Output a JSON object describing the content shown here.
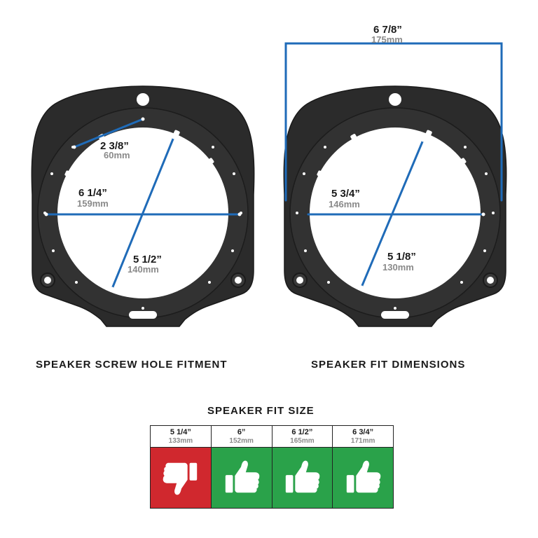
{
  "colors": {
    "bracket": "#2b2b2b",
    "measure_line": "#1f6bb8",
    "fit_no": "#d0282e",
    "fit_yes": "#2aa24a",
    "muted_text": "#8a8a8a"
  },
  "left_panel": {
    "title": "SPEAKER SCREW HOLE FITMENT",
    "dims": [
      {
        "inch": "2 3/8”",
        "mm": "60mm"
      },
      {
        "inch": "6 1/4”",
        "mm": "159mm"
      },
      {
        "inch": "5 1/2”",
        "mm": "140mm"
      }
    ]
  },
  "right_panel": {
    "title": "SPEAKER FIT DIMENSIONS",
    "dims": [
      {
        "inch": "6 7/8”",
        "mm": "175mm"
      },
      {
        "inch": "5 3/4”",
        "mm": "146mm"
      },
      {
        "inch": "5 1/8”",
        "mm": "130mm"
      }
    ]
  },
  "fit_size": {
    "title": "SPEAKER FIT SIZE",
    "columns": [
      {
        "inch": "5 1/4”",
        "mm": "133mm",
        "fits": false,
        "icon": "thumbs-down-icon"
      },
      {
        "inch": "6”",
        "mm": "152mm",
        "fits": true,
        "icon": "thumbs-up-icon"
      },
      {
        "inch": "6 1/2”",
        "mm": "165mm",
        "fits": true,
        "icon": "thumbs-up-icon"
      },
      {
        "inch": "6 3/4”",
        "mm": "171mm",
        "fits": true,
        "icon": "thumbs-up-icon"
      }
    ]
  }
}
